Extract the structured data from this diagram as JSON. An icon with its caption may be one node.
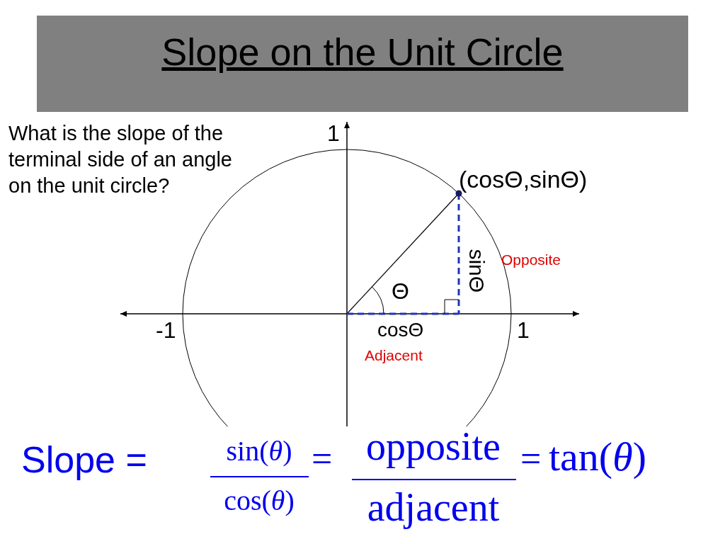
{
  "diagram": {
    "title": "Slope on the Unit Circle",
    "labels": [
      "What is the slope of the terminal side of an angle on the unit circle?",
      "1",
      "(cosΘ,sinΘ)",
      "sinΘ",
      "Opposite",
      "Θ",
      "-1",
      "1",
      "cosΘ",
      "Adjacent",
      "Slope =",
      "sin(*θ*)",
      "cos(*θ*)",
      "=",
      "opposite",
      "adjacent",
      "=",
      "tan(*θ*)"
    ]
  }
}
